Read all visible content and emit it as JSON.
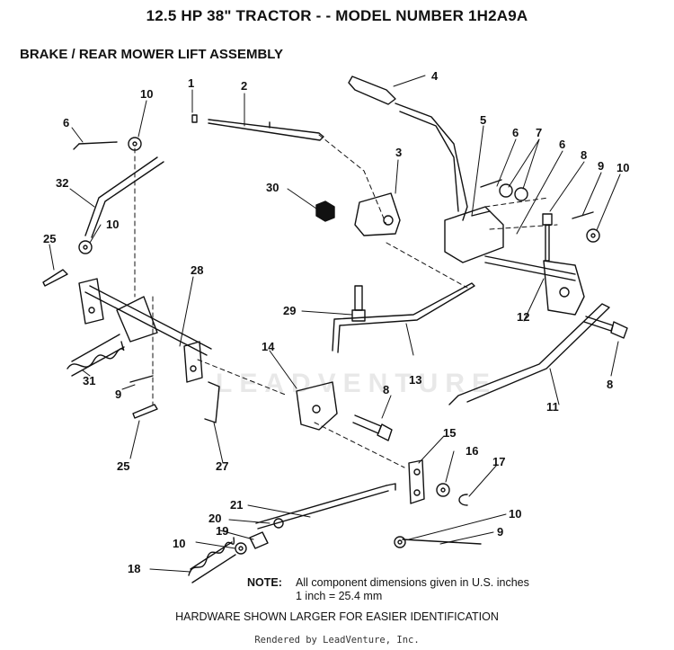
{
  "header": {
    "title": "12.5 HP 38\" TRACTOR - - MODEL NUMBER 1H2A9A",
    "subtitle": "BRAKE / REAR MOWER LIFT ASSEMBLY"
  },
  "callouts": [
    {
      "id": "c1",
      "text": "1"
    },
    {
      "id": "c2",
      "text": "2"
    },
    {
      "id": "c3",
      "text": "3"
    },
    {
      "id": "c4",
      "text": "4"
    },
    {
      "id": "c5",
      "text": "5"
    },
    {
      "id": "c6a",
      "text": "6"
    },
    {
      "id": "c6b",
      "text": "6"
    },
    {
      "id": "c6c",
      "text": "6"
    },
    {
      "id": "c7",
      "text": "7"
    },
    {
      "id": "c8a",
      "text": "8"
    },
    {
      "id": "c8b",
      "text": "8"
    },
    {
      "id": "c8c",
      "text": "8"
    },
    {
      "id": "c9a",
      "text": "9"
    },
    {
      "id": "c9b",
      "text": "9"
    },
    {
      "id": "c9c",
      "text": "9"
    },
    {
      "id": "c10a",
      "text": "10"
    },
    {
      "id": "c10b",
      "text": "10"
    },
    {
      "id": "c10c",
      "text": "10"
    },
    {
      "id": "c10d",
      "text": "10"
    },
    {
      "id": "c10e",
      "text": "10"
    },
    {
      "id": "c11",
      "text": "11"
    },
    {
      "id": "c12",
      "text": "12"
    },
    {
      "id": "c13",
      "text": "13"
    },
    {
      "id": "c14",
      "text": "14"
    },
    {
      "id": "c15",
      "text": "15"
    },
    {
      "id": "c16",
      "text": "16"
    },
    {
      "id": "c17",
      "text": "17"
    },
    {
      "id": "c18",
      "text": "18"
    },
    {
      "id": "c19",
      "text": "19"
    },
    {
      "id": "c20",
      "text": "20"
    },
    {
      "id": "c21",
      "text": "21"
    },
    {
      "id": "c25a",
      "text": "25"
    },
    {
      "id": "c25b",
      "text": "25"
    },
    {
      "id": "c27",
      "text": "27"
    },
    {
      "id": "c28",
      "text": "28"
    },
    {
      "id": "c29",
      "text": "29"
    },
    {
      "id": "c30",
      "text": "30"
    },
    {
      "id": "c31",
      "text": "31"
    },
    {
      "id": "c32",
      "text": "32"
    }
  ],
  "note": {
    "label": "NOTE:",
    "line1": "All component dimensions given in U.S. inches",
    "line2": "1 inch = 25.4 mm"
  },
  "hardware_note": "HARDWARE SHOWN LARGER FOR EASIER IDENTIFICATION",
  "watermark": "LEADVENTURE",
  "footer": "Rendered by LeadVenture, Inc."
}
